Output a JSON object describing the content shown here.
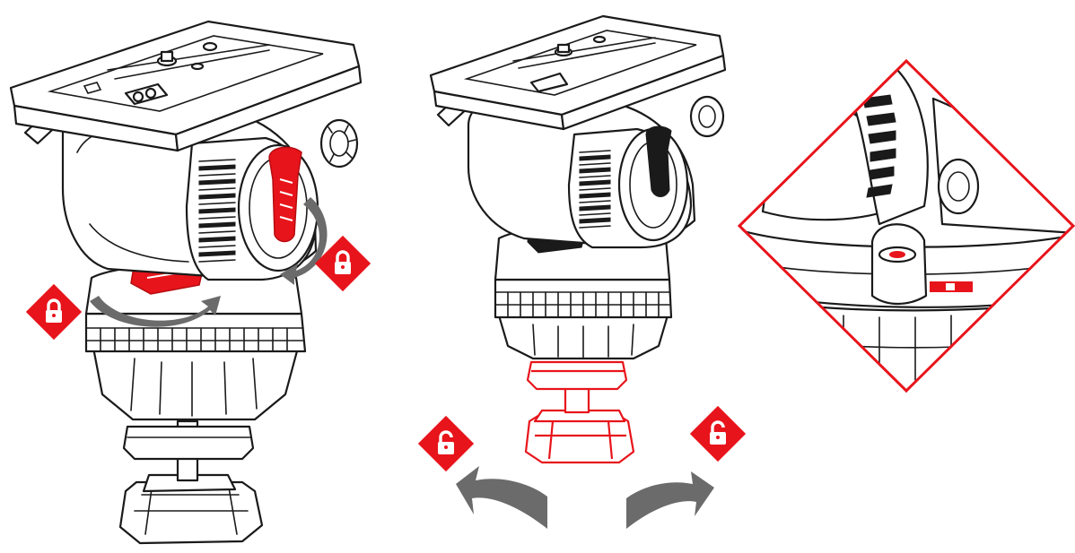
{
  "colors": {
    "accent": "#e8141b",
    "line": "#1a1a1a",
    "arrow": "#6b6b6b",
    "background": "#ffffff"
  },
  "figures": [
    {
      "id": "tripod-head-locked",
      "badges": [
        {
          "icon": "lock-closed-icon"
        },
        {
          "icon": "lock-closed-icon"
        }
      ]
    },
    {
      "id": "tripod-head-unlocked",
      "badges": [
        {
          "icon": "lock-open-icon"
        },
        {
          "icon": "lock-open-icon"
        }
      ]
    },
    {
      "id": "bubble-level-detail",
      "icon": "bubble-level-icon"
    }
  ]
}
